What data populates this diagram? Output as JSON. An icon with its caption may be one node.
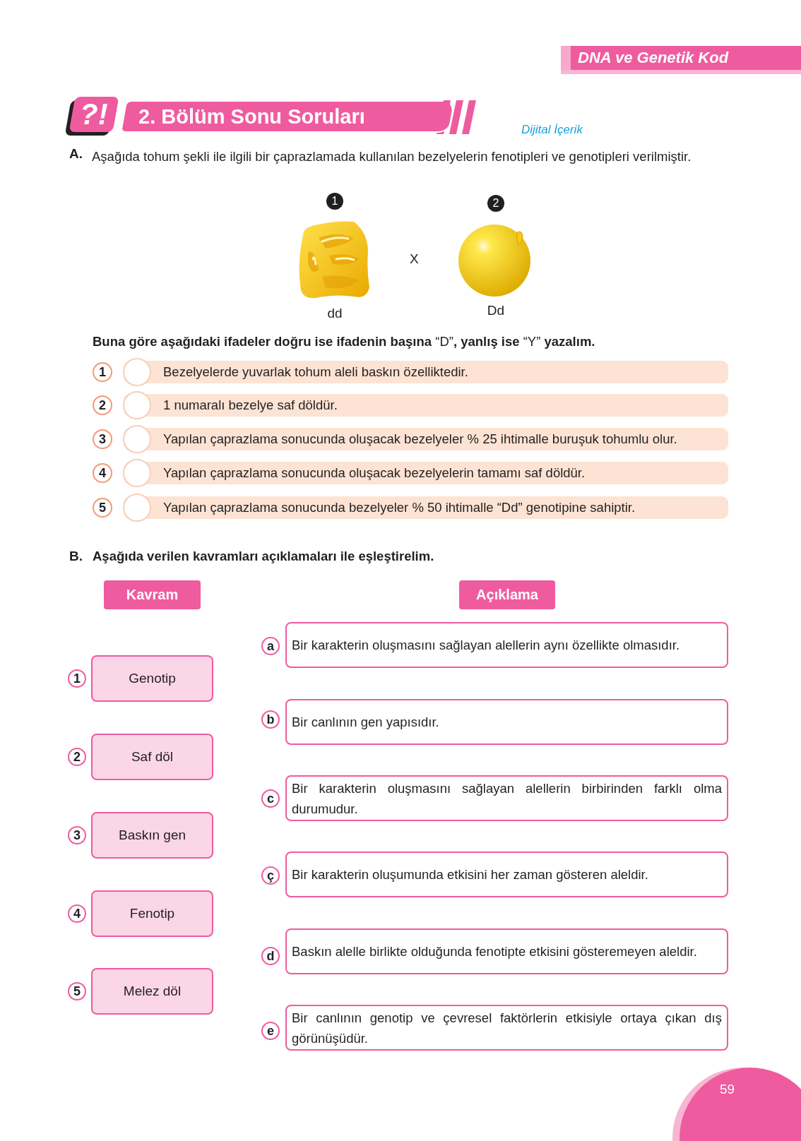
{
  "diagram": {
    "nodes": [
      {
        "text": [
          "DNA ve Genetik Kod"
        ]
      },
      {
        "text": [
          "?!"
        ]
      },
      {
        "text": [
          "2. Bölüm Sonu Soruları"
        ]
      },
      {
        "text": [],
        "shape": "picture",
        "beside": [
          "1",
          "dd"
        ]
      },
      {
        "text": [],
        "shape": "picture",
        "beside": [
          "2",
          "Dd"
        ]
      },
      {
        "text": [
          "1"
        ]
      },
      {
        "text": [],
        "shape": "circle"
      },
      {
        "text": [
          "Bezelyelerde yuvarlak tohum aleli baskın özelliktedir."
        ]
      },
      {
        "text": [
          "2"
        ]
      },
      {
        "text": [],
        "shape": "circle"
      },
      {
        "text": [
          "1 numaralı bezelye saf döldür."
        ]
      },
      {
        "text": [
          "3"
        ]
      },
      {
        "text": [],
        "shape": "circle"
      },
      {
        "text": [
          "Yapılan çaprazlama sonucunda oluşacak bezelyeler % 25 ihtimalle buruşuk tohumlu olur."
        ]
      },
      {
        "text": [
          "4"
        ]
      },
      {
        "text": [],
        "shape": "circle"
      },
      {
        "text": [
          "Yapılan çaprazlama sonucunda oluşacak bezelyelerin tamamı saf döldür."
        ]
      },
      {
        "text": [
          "5"
        ]
      },
      {
        "text": [],
        "shape": "circle"
      },
      {
        "text": [
          "Yapılan çaprazlama sonucunda bezelyeler % 50 ihtimalle “Dd” genotipine sahiptir."
        ]
      },
      {
        "text": [
          "Kavram"
        ]
      },
      {
        "text": [
          "Açıklama"
        ]
      },
      {
        "text": [
          "1"
        ]
      },
      {
        "text": [
          "Genotip"
        ]
      },
      {
        "text": [
          "2"
        ]
      },
      {
        "text": [
          "Saf döl"
        ]
      },
      {
        "text": [
          "3"
        ]
      },
      {
        "text": [
          "Baskın gen"
        ]
      },
      {
        "text": [
          "4"
        ]
      },
      {
        "text": [
          "Fenotip"
        ]
      },
      {
        "text": [
          "5"
        ]
      },
      {
        "text": [
          "Melez döl"
        ]
      },
      {
        "text": [
          "a"
        ]
      },
      {
        "text": [
          "Bir karakterin oluşmasını sağlayan alellerin aynı özellikte olmasıdır."
        ]
      },
      {
        "text": [
          "b"
        ]
      },
      {
        "text": [
          "Bir canlının gen yapısıdır."
        ]
      },
      {
        "text": [
          "c"
        ]
      },
      {
        "text": [
          "Bir karakterin oluşmasını sağlayan alellerin birbirinden farklı olma durumudur."
        ]
      },
      {
        "text": [
          "ç"
        ]
      },
      {
        "text": [
          "Bir karakterin oluşumunda etkisini her zaman gösteren aleldir."
        ]
      },
      {
        "text": [
          "d"
        ]
      },
      {
        "text": [
          "Baskın alelle birlikte olduğunda fenotipte etkisini gösteremeyen aleldir."
        ]
      },
      {
        "text": [
          "e"
        ]
      },
      {
        "text": [
          "Bir canlının genotip ve çevresel faktörlerin etkisiyle ortaya çıkan dış görünüşüdür."
        ]
      },
      {
        "text": [
          "59"
        ]
      }
    ],
    "labels": [
      "Dijital İçerik",
      "A.",
      "Aşağıda tohum şekli ile ilgili bir çaprazlamada kullanılan bezelyelerin fenotipleri ve genotipleri verilmiştir.",
      "X",
      "**Buna göre aşağıdaki ifadeler doğru ise ifadenin başına** “D”**, yanlış ise** “Y” **yazalım.**",
      "B.",
      "Aşağıda verilen kavramları açıklamaları ile eşleştirelim."
    ]
  }
}
